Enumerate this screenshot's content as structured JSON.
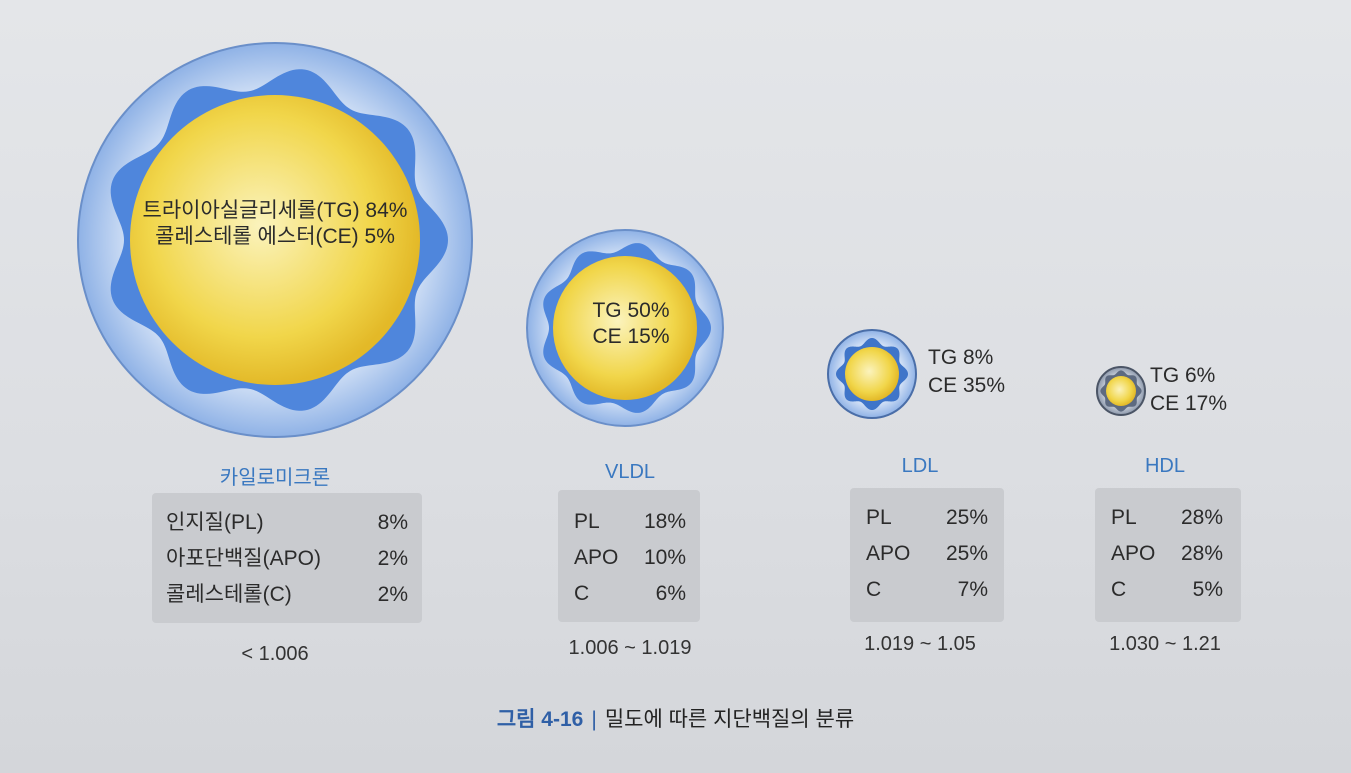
{
  "particles": [
    {
      "name": "카일로미크론",
      "core_lines": [
        "트라이아실글리세롤(TG) 84%",
        "콜레스테롤 에스터(CE) 5%"
      ],
      "composition": [
        {
          "label": "인지질(PL)",
          "value": "8%"
        },
        {
          "label": "아포단백질(APO)",
          "value": "2%"
        },
        {
          "label": "콜레스테롤(C)",
          "value": "2%"
        }
      ],
      "density": "< 1.006"
    },
    {
      "name": "VLDL",
      "core_lines": [
        "TG 50%",
        "CE 15%"
      ],
      "composition": [
        {
          "label": "PL",
          "value": "18%"
        },
        {
          "label": "APO",
          "value": "10%"
        },
        {
          "label": "C",
          "value": "6%"
        }
      ],
      "density": "1.006 ~ 1.019"
    },
    {
      "name": "LDL",
      "core_lines": [
        "TG 8%",
        "CE 35%"
      ],
      "composition": [
        {
          "label": "PL",
          "value": "25%"
        },
        {
          "label": "APO",
          "value": "25%"
        },
        {
          "label": "C",
          "value": "7%"
        }
      ],
      "density": "1.019 ~ 1.05"
    },
    {
      "name": "HDL",
      "core_lines": [
        "TG 6%",
        "CE 17%"
      ],
      "composition": [
        {
          "label": "PL",
          "value": "28%"
        },
        {
          "label": "APO",
          "value": "28%"
        },
        {
          "label": "C",
          "value": "5%"
        }
      ],
      "density": "1.030 ~ 1.21"
    }
  ],
  "caption": {
    "figure": "그림 4-16",
    "separator": "|",
    "title": "밀도에 따른 지단백질의 분류"
  },
  "colors": {
    "outer_shell": "#a9c6ee",
    "wavy_layer": "#4f86dc",
    "core": "#f3d64a",
    "label_blue": "#3a78c0"
  }
}
